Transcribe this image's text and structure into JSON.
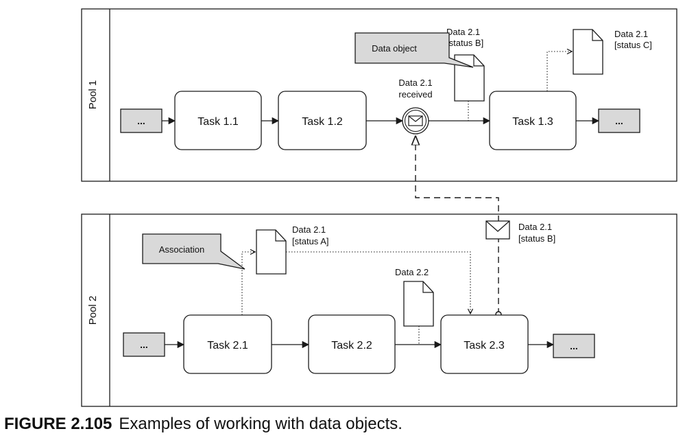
{
  "pools": [
    {
      "label": "Pool 1"
    },
    {
      "label": "Pool 2"
    }
  ],
  "tasks": {
    "t11": "Task 1.1",
    "t12": "Task 1.2",
    "t13": "Task 1.3",
    "t21": "Task 2.1",
    "t22": "Task 2.2",
    "t23": "Task 2.3"
  },
  "ellipsis": "...",
  "event": {
    "line1": "Data 2.1",
    "line2": "received"
  },
  "data_objects": {
    "d21b_pool1": {
      "line1": "Data 2.1",
      "line2": "[status B]"
    },
    "d21c": {
      "line1": "Data 2.1",
      "line2": "[status C]"
    },
    "d21a": {
      "line1": "Data 2.1",
      "line2": "[status A]"
    },
    "d22": {
      "line1": "Data 2.2"
    },
    "msg": {
      "line1": "Data 2.1",
      "line2": "[status B]"
    }
  },
  "callouts": {
    "data_object": "Data object",
    "association": "Association"
  },
  "caption": {
    "number": "FIGURE 2.105",
    "text": "Examples of working with data objects."
  },
  "colors": {
    "callout_fill": "#d9d9d9",
    "line": "#1a1a1a"
  }
}
